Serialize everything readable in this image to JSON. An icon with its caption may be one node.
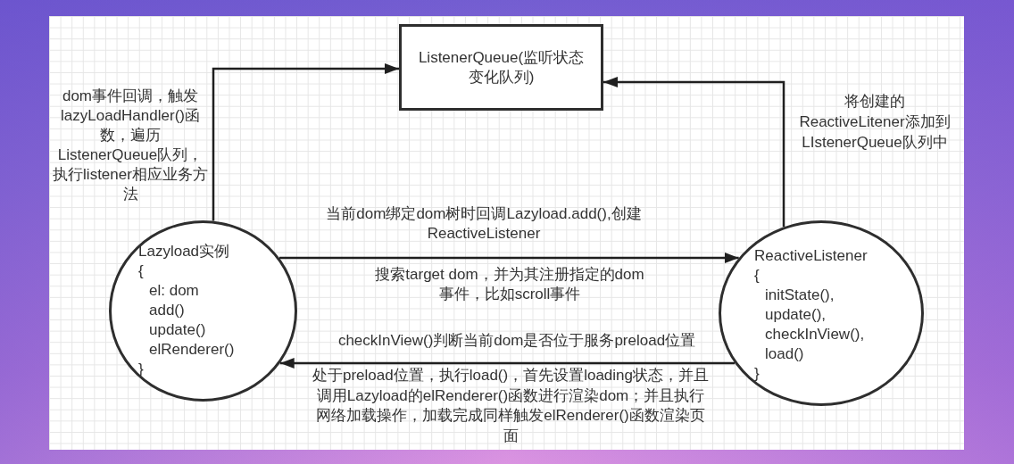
{
  "diagram": {
    "nodes": [
      {
        "text": [
          "ListenerQueue(监听状态变化队列)"
        ]
      },
      {
        "text": [
          "Lazyload实例",
          "{",
          "el: dom",
          "add()",
          "update()",
          "elRenderer()",
          "}"
        ]
      },
      {
        "text": [
          "ReactiveListener",
          "{",
          "initState(),",
          "update(),",
          "checkInView(),",
          "load()",
          "}"
        ]
      }
    ],
    "edges": [
      {
        "from": 1,
        "to": 0,
        "arrow": "to",
        "label": "dom事件回调，触发lazyLoadHandler()函数，遍历ListenerQueue队列，执行listener相应业务方法"
      },
      {
        "from": 2,
        "to": 0,
        "arrow": "to",
        "label": "将创建的ReactiveLitener添加到LIstenerQueue队列中"
      },
      {
        "from": 1,
        "to": 2,
        "arrow": "to",
        "label": "当前dom绑定dom树时回调Lazyload.add(),创建ReactiveListener"
      },
      {
        "from": 2,
        "to": 1,
        "arrow": "to",
        "label": "处于preload位置，执行load()，首先设置loading状态，并且调用Lazyload的elRenderer()函数进行渲染dom；并且执行网络加载操作，加载完成同样触发elRenderer()函数渲染页面"
      }
    ],
    "labels": [
      "搜索target dom，并为其注册指定的dom事件，比如scroll事件",
      "checkInView()判断当前dom是否位于服务preload位置"
    ]
  }
}
